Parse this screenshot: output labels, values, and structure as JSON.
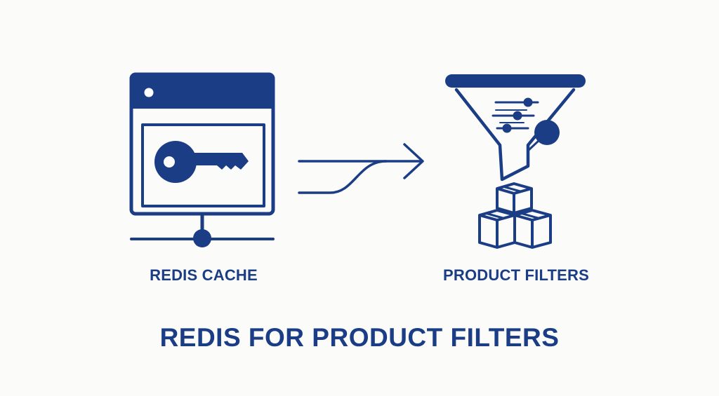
{
  "colors": {
    "primary": "#1b3d86",
    "background": "#fbfbf9"
  },
  "left_node": {
    "label": "REDIS CACHE",
    "icon": "redis-cache-icon",
    "inner_icon": "key-icon"
  },
  "connector": {
    "icon": "arrow-right-icon"
  },
  "right_node": {
    "label": "PRODUCT FILTERS",
    "icon": "funnel-icon",
    "inner_icon": "sliders-icon",
    "products_icon": "boxes-icon"
  },
  "title": "REDIS FOR PRODUCT FILTERS"
}
